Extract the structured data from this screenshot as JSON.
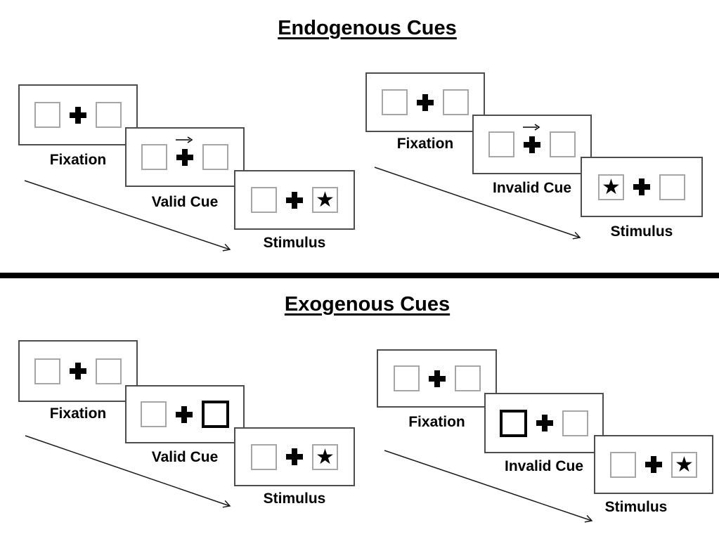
{
  "colors": {
    "background": "#ffffff",
    "panel_border": "#4d4d4d",
    "square_border": "#a6a6a6",
    "ink": "#000000"
  },
  "icons": {
    "star": "★",
    "plus": "heavy-plus-fixation-cross",
    "cue_arrow": "right-arrow"
  },
  "sections": [
    {
      "title": "Endogenous Cues",
      "sequences": [
        {
          "name": "valid",
          "panels": [
            {
              "label": "Fixation",
              "cue": "none",
              "star": "none"
            },
            {
              "label": "Valid Cue",
              "cue": "arrow-right-above-cross",
              "star": "none"
            },
            {
              "label": "Stimulus",
              "cue": "none",
              "star": "right"
            }
          ]
        },
        {
          "name": "invalid",
          "panels": [
            {
              "label": "Fixation",
              "cue": "none",
              "star": "none"
            },
            {
              "label": "Invalid Cue",
              "cue": "arrow-right-above-cross",
              "star": "none"
            },
            {
              "label": "Stimulus",
              "cue": "none",
              "star": "left"
            }
          ]
        }
      ]
    },
    {
      "title": "Exogenous Cues",
      "sequences": [
        {
          "name": "valid",
          "panels": [
            {
              "label": "Fixation",
              "cue": "none",
              "star": "none"
            },
            {
              "label": "Valid Cue",
              "cue": "bold-right-square",
              "star": "none"
            },
            {
              "label": "Stimulus",
              "cue": "none",
              "star": "right"
            }
          ]
        },
        {
          "name": "invalid",
          "panels": [
            {
              "label": "Fixation",
              "cue": "none",
              "star": "none"
            },
            {
              "label": "Invalid Cue",
              "cue": "bold-left-square",
              "star": "none"
            },
            {
              "label": "Stimulus",
              "cue": "none",
              "star": "right"
            }
          ]
        }
      ]
    }
  ]
}
